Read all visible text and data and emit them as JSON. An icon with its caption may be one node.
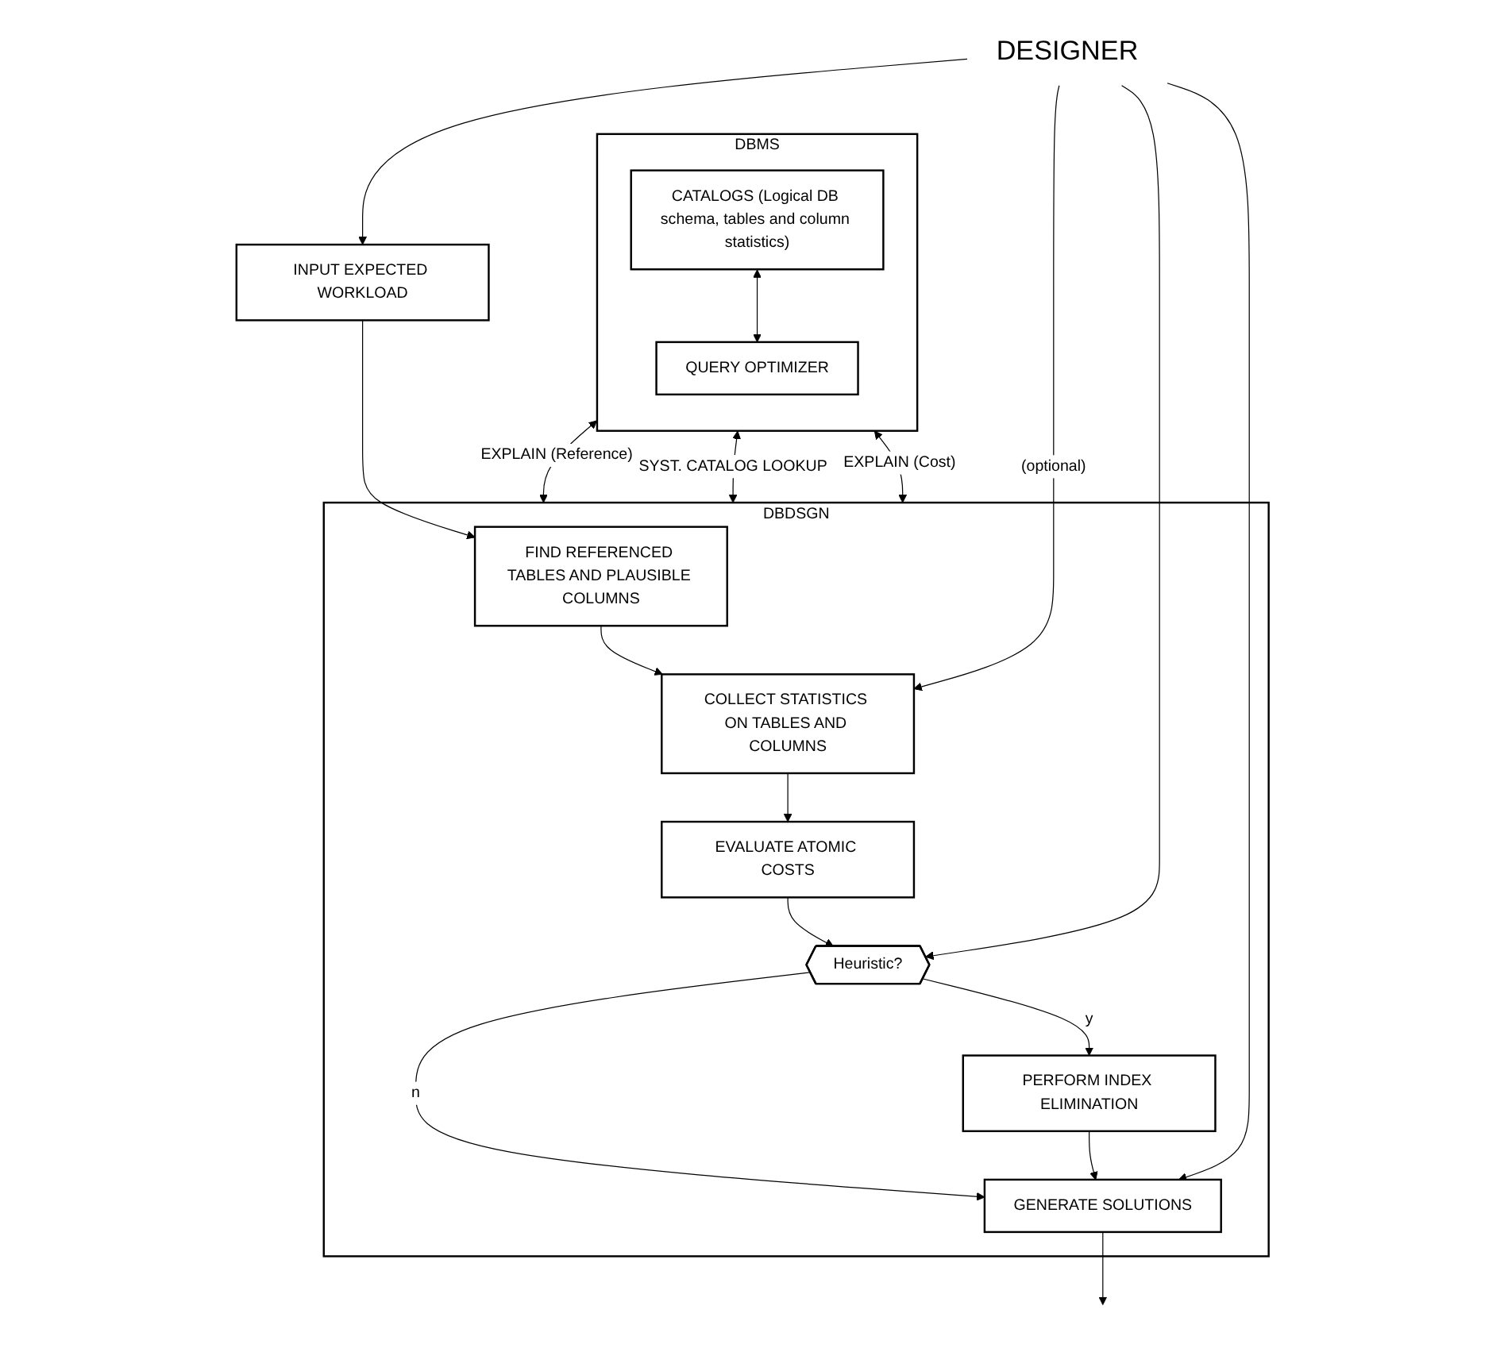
{
  "diagram": {
    "nodes": [
      {
        "text": [
          "INPUT EXPECTED WORKLOAD"
        ]
      },
      {
        "text": [
          "DBMS"
        ]
      },
      {
        "text": [
          "CATALOGS (Logical DB schema, tables and column statistics)"
        ],
        "in": 1
      },
      {
        "text": [
          "QUERY OPTIMIZER"
        ],
        "in": 1
      },
      {
        "text": [
          "DBDSGN"
        ]
      },
      {
        "text": [
          "FIND REFERENCED TABLES AND PLAUSIBLE COLUMNS"
        ],
        "in": 4
      },
      {
        "text": [
          "COLLECT STATISTICS ON TABLES AND COLUMNS"
        ],
        "in": 4
      },
      {
        "text": [
          "EVALUATE ATOMIC COSTS"
        ],
        "in": 4
      },
      {
        "text": [
          "Heuristic?"
        ],
        "in": 4
      },
      {
        "text": [
          "PERFORM INDEX ELIMINATION"
        ],
        "in": 4
      },
      {
        "text": [
          "GENERATE SOLUTIONS"
        ],
        "in": 4
      },
      {
        "text": [
          "DESIGNER"
        ]
      }
    ],
    "edges": [
      {
        "from": 0,
        "to": 5,
        "arrow": "to"
      },
      {
        "from": 5,
        "to": 6,
        "arrow": "to"
      },
      {
        "from": 6,
        "to": 7,
        "arrow": "to"
      },
      {
        "from": 7,
        "to": 8,
        "arrow": "to"
      },
      {
        "from": 8,
        "to": 9,
        "arrow": "to",
        "label": "y"
      },
      {
        "from": 8,
        "to": 10,
        "arrow": "to",
        "label": "n"
      },
      {
        "from": 9,
        "to": 10,
        "arrow": "to"
      },
      {
        "from": 10,
        "to": null,
        "arrow": "to"
      },
      {
        "from": 2,
        "to": 3,
        "arrow": "both"
      },
      {
        "from": 1,
        "to": 4,
        "arrow": "both",
        "label": "EXPLAIN (Reference)"
      },
      {
        "from": 1,
        "to": 4,
        "arrow": "both",
        "label": "SYST. CATALOG LOOKUP"
      },
      {
        "from": 1,
        "to": 4,
        "arrow": "both",
        "label": "EXPLAIN (Cost)"
      },
      {
        "from": 11,
        "to": 0,
        "arrow": "to"
      },
      {
        "from": 11,
        "to": 6,
        "arrow": "to",
        "label": "(optional)"
      },
      {
        "from": 11,
        "to": 8,
        "arrow": "to"
      },
      {
        "from": 11,
        "to": 10,
        "arrow": "to"
      }
    ]
  }
}
